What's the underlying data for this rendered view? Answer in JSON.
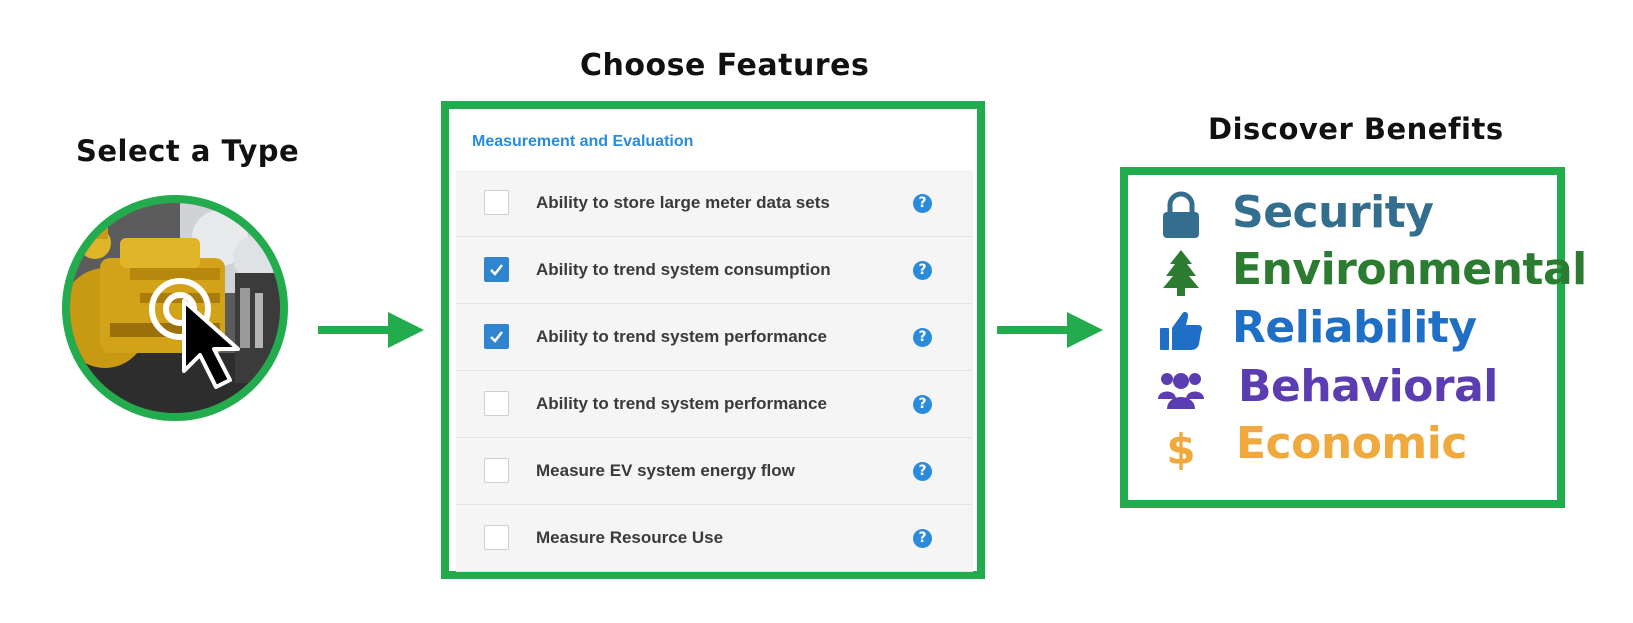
{
  "headings": {
    "select": "Select a Type",
    "choose": "Choose Features",
    "discover": "Discover Benefits"
  },
  "features": {
    "section_title": "Measurement and Evaluation",
    "items": [
      {
        "label": "Ability to store large meter data sets",
        "checked": false
      },
      {
        "label": "Ability to trend system consumption",
        "checked": true
      },
      {
        "label": "Ability to trend system performance",
        "checked": true
      },
      {
        "label": "Ability to trend system performance",
        "checked": false
      },
      {
        "label": "Measure EV system energy flow",
        "checked": false
      },
      {
        "label": "Measure Resource Use",
        "checked": false
      }
    ],
    "help_glyph": "?"
  },
  "benefits": [
    {
      "label": "Security",
      "icon": "lock-icon",
      "color": "#336e8f"
    },
    {
      "label": "Environmental",
      "icon": "tree-icon",
      "color": "#2b7b31"
    },
    {
      "label": "Reliability",
      "icon": "thumbs-up-icon",
      "color": "#1f6fc7"
    },
    {
      "label": "Behavioral",
      "icon": "users-icon",
      "color": "#5b3db1"
    },
    {
      "label": "Economic",
      "icon": "dollar-icon",
      "color": "#f0a93c"
    }
  ],
  "colors": {
    "frame_green": "#22ac4d",
    "accent_blue": "#2a8bdc",
    "checkbox_blue": "#2f86cf"
  }
}
